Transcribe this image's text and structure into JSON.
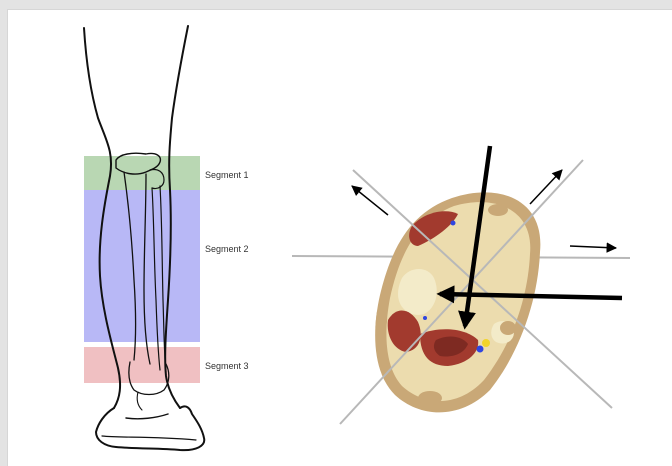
{
  "segments": [
    {
      "label": "Segment 1",
      "color": "#b9d7b3"
    },
    {
      "label": "Segment 2",
      "color": "#b8b8f6"
    },
    {
      "label": "Segment 3",
      "color": "#f0c0c2"
    }
  ],
  "colors": {
    "background": "#e3e3e3",
    "panel": "#ffffff",
    "outline": "#111111",
    "cut_line": "#b8b8b8",
    "arrow": "#000000",
    "tissue_skin": "#c9a877",
    "tissue_fat": "#ecdcae",
    "muscle": "#a23a2e",
    "bone": "#f3ebc9",
    "vessel_blue": "#2f46e0",
    "vessel_yellow": "#f2d42a"
  },
  "icons": {
    "cross_section": "leg-cross-section-image",
    "direction": "arrow-icon"
  }
}
